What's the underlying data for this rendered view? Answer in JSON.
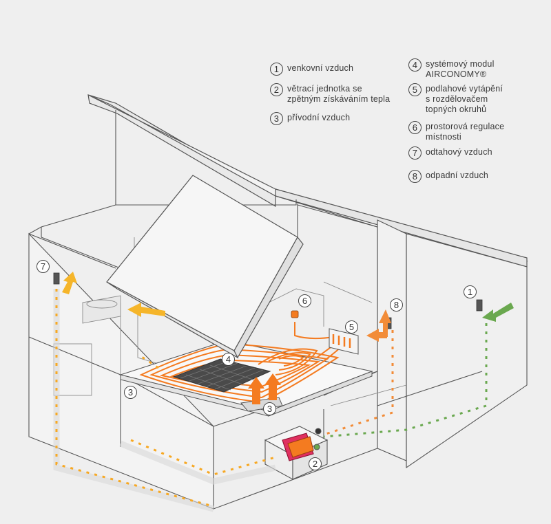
{
  "legend": {
    "items": [
      {
        "num": "1",
        "label": "venkovní vzduch"
      },
      {
        "num": "2",
        "label": "větrací jednotka se\nzpětným získáváním tepla"
      },
      {
        "num": "3",
        "label": "přívodní vzduch"
      },
      {
        "num": "4",
        "label": "systémový modul\nAIRCONOMY®"
      },
      {
        "num": "5",
        "label": "podlahové vytápění\ns rozdělovačem\ntopných okruhů"
      },
      {
        "num": "6",
        "label": "prostorová regulace\nmístnosti"
      },
      {
        "num": "7",
        "label": "odtahový vzduch"
      },
      {
        "num": "8",
        "label": "odpadní vzduch"
      }
    ]
  },
  "callouts": [
    "1",
    "2",
    "3",
    "3",
    "4",
    "5",
    "6",
    "7",
    "8"
  ],
  "colors": {
    "background": "#efefef",
    "outline": "#555555",
    "roof": "#f4f4f4",
    "heating_pipe": "#f47b20",
    "supply_air": "#f7a823",
    "extract_air": "#f5b52a",
    "outdoor_air": "#6aa84f",
    "exhaust_air": "#f28c38"
  }
}
